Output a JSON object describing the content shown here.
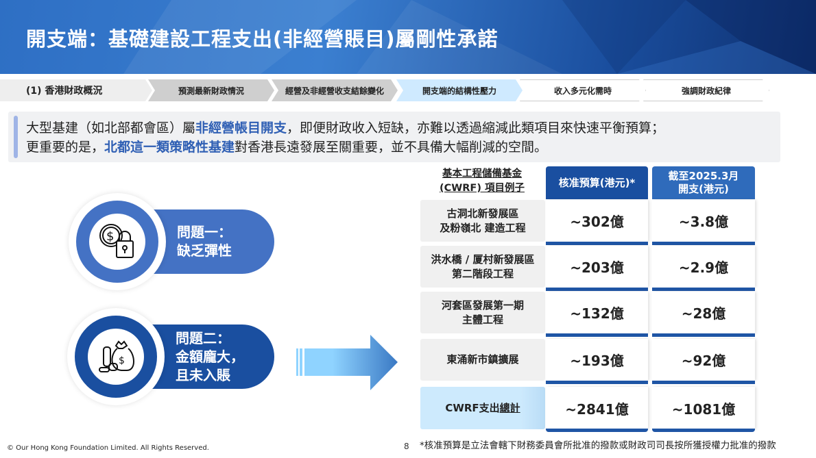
{
  "title": "開支端：基礎建設工程支出(非經營賬目)屬剛性承諾",
  "breadcrumbs": [
    {
      "label": "(1) 香港財政概況",
      "state": "section"
    },
    {
      "label": "預測最新財政情況",
      "state": "visited"
    },
    {
      "label": "經營及非經營收支結餘變化",
      "state": "visited"
    },
    {
      "label": "開支端的結構性壓力",
      "state": "active"
    },
    {
      "label": "收入多元化需時",
      "state": "upcoming"
    },
    {
      "label": "強調財政紀律",
      "state": "upcoming"
    }
  ],
  "quote": {
    "l1a": "大型基建（如北部都會區）屬",
    "l1b": "非經營帳目開支",
    "l1c": "，即便財政收入短缺，亦難以透過縮減此類項目來快速平衡預算；",
    "l2a": "更重要的是，",
    "l2b": "北都這一類策略性基建",
    "l2c": "對香港長遠發展至關重要，並不具備大幅削減的空間。"
  },
  "problems": [
    {
      "line1": "問題一：",
      "line2": "缺乏彈性",
      "icon": "dollar-lock-icon",
      "color": "#4472c4"
    },
    {
      "line1": "問題二：",
      "line2": "金額龐大，",
      "line3": "且未入賬",
      "icon": "money-bag-coins-icon",
      "color": "#1a4fa0"
    }
  ],
  "table": {
    "label_header": [
      "基本工程儲備基金",
      "(CWRF) 項目例子"
    ],
    "col1_header": "核准預算(港元)*",
    "col2_header": [
      "截至2025.3月",
      "開支(港元)"
    ],
    "rows": [
      {
        "label": [
          "古洞北新發展區",
          "及粉嶺北 建造工程"
        ],
        "budget": "~302億",
        "spent": "~3.8億"
      },
      {
        "label": [
          "洪水橋 / 厦村新發展區",
          "第二階段工程"
        ],
        "budget": "~203億",
        "spent": "~2.9億"
      },
      {
        "label": [
          "河套區發展第一期",
          "主體工程"
        ],
        "budget": "~132億",
        "spent": "~28億"
      },
      {
        "label": [
          "東涌新市鎮擴展",
          ""
        ],
        "budget": "~193億",
        "spent": "~92億"
      }
    ],
    "total": {
      "label_a": "CWRF支出",
      "label_b": "總計",
      "budget": "~2841億",
      "spent": "~1081億"
    }
  },
  "note": "*核准預算是立法會轄下財務委員會所批准的撥款或財政司司長按所獲授權力批准的撥款",
  "page_number": "8",
  "copyright": "© Our Hong Kong Foundation Limited. All Rights Reserved.",
  "colors": {
    "header_blue": "#2e6fc4",
    "accent": "#2f5fb4",
    "table_blue": "#1f55a5",
    "active_crumb": "#cfeaff"
  }
}
